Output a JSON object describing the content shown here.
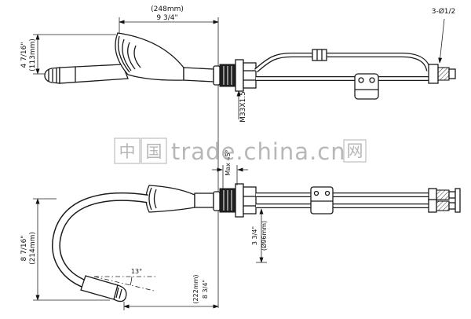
{
  "watermark": {
    "char1": "中",
    "char2": "国",
    "text": "trade.china.cn",
    "char3": "网"
  },
  "top_view": {
    "length_mm": "(248mm)",
    "length_in": "9 3/4\"",
    "height_in": "4 7/16\"",
    "height_mm": "(113mm)",
    "thread": "M33X1.5",
    "hose_fitting": "3-Ø1/2"
  },
  "bottom_view": {
    "swivel": "Max 45°",
    "dia_in": "3 3/4\"",
    "dia_mm": "(Ø96mm)",
    "reach_in": "8 7/16\"",
    "reach_mm": "(214mm)",
    "angle": "13°",
    "width_mm": "(222mm)",
    "width_in": "8 3/4\""
  }
}
